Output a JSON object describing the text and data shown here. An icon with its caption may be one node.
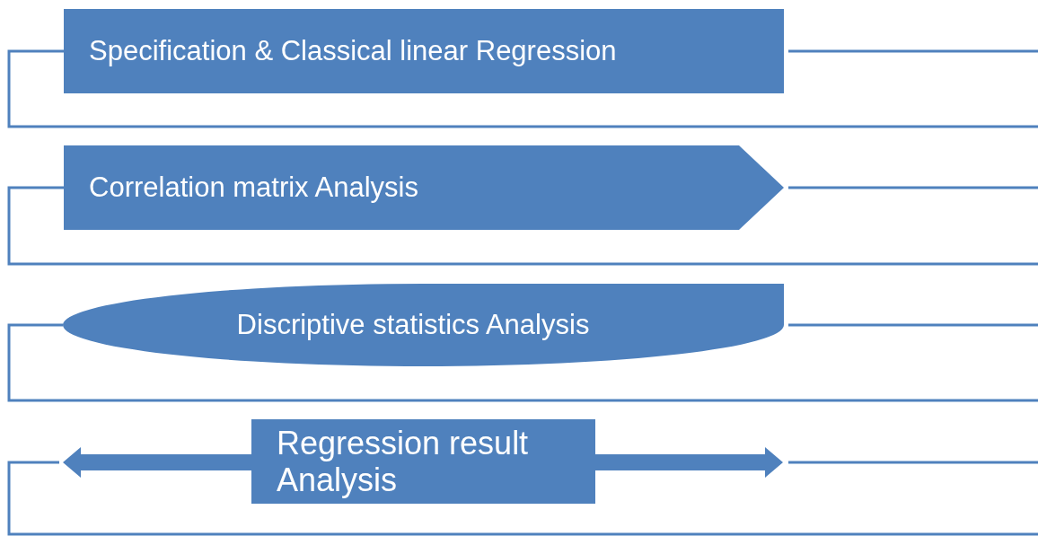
{
  "diagram": {
    "nodes": [
      {
        "text": [
          "Specification & Classical linear Regression"
        ]
      },
      {
        "text": [
          "Correlation matrix Analysis"
        ]
      },
      {
        "text": [
          "Discriptive statistics Analysis"
        ]
      },
      {
        "text": [
          "Regression result Analysis"
        ]
      }
    ]
  }
}
